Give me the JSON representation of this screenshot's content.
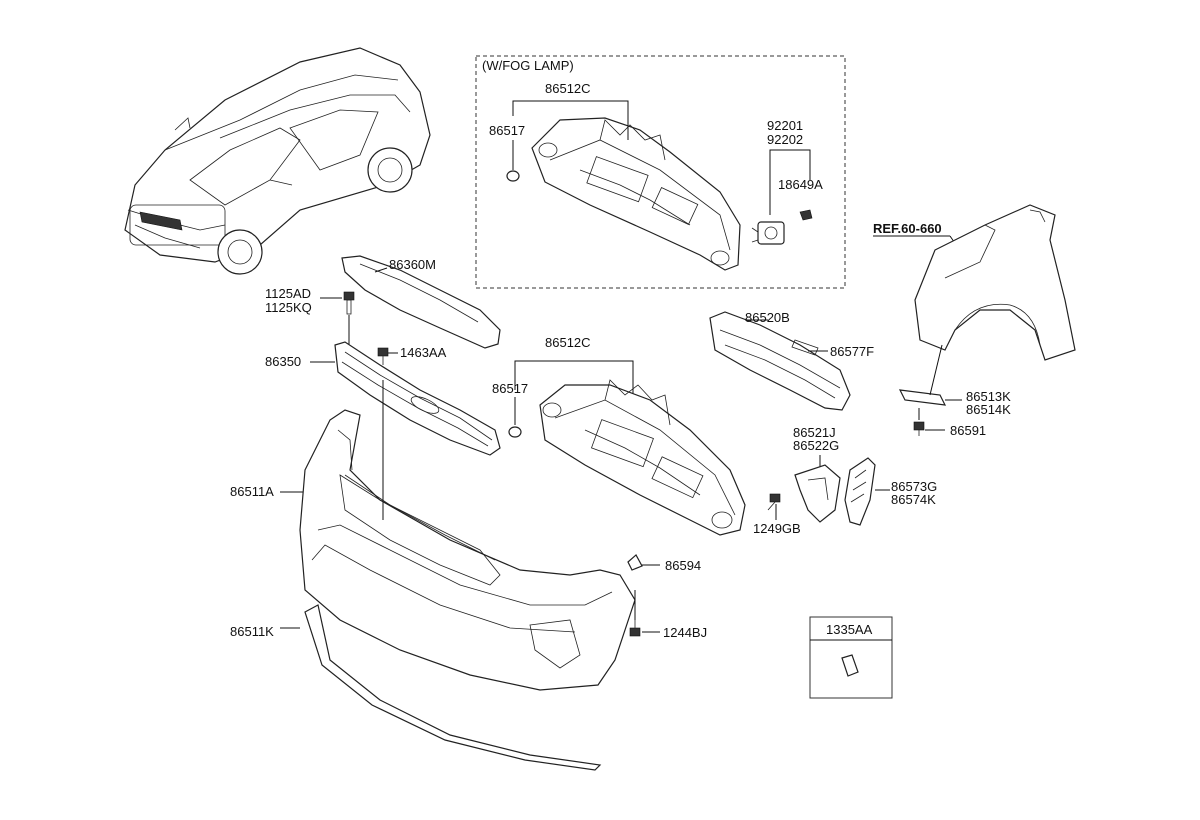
{
  "fog_lamp_group": {
    "title": "(W/FOG LAMP)",
    "grille_label": "86512C",
    "cap_label": "86517",
    "lamp_label_a": "92201",
    "lamp_label_b": "92202",
    "clip_label": "18649A"
  },
  "ref_label": "REF.60-660",
  "labels": {
    "cover_86360M": "86360M",
    "bolt_1125AD": "1125AD",
    "bolt_1125KQ": "1125KQ",
    "grille_86350": "86350",
    "nut_1463AA": "1463AA",
    "grille_86512C": "86512C",
    "cap_86517": "86517",
    "bumper_86511A": "86511A",
    "absorber_86520B": "86520B",
    "pad_86577F": "86577F",
    "bracket_86513K": "86513K",
    "bracket_86514K": "86514K",
    "screw_86591": "86591",
    "bracket_86521J": "86521J",
    "bracket_86522G": "86522G",
    "bracket_86573G": "86573G",
    "bracket_86574K": "86574K",
    "bolt_1249GB": "1249GB",
    "clip_86594": "86594",
    "bolt_1244BJ": "1244BJ",
    "molding_86511K": "86511K"
  },
  "inset_box": {
    "label": "1335AA"
  }
}
